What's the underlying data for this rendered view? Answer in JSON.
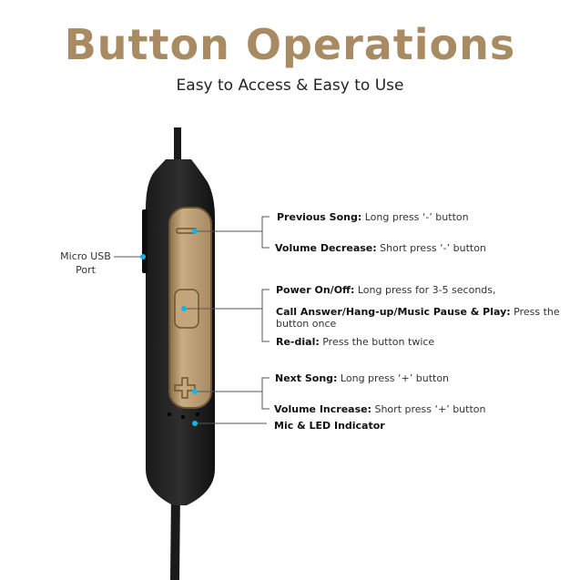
{
  "title": "Button Operations",
  "subtitle": "Easy to Access & Easy to Use",
  "usb": {
    "line1": "Micro USB",
    "line2": "Port"
  },
  "minus": [
    {
      "k": "Previous Song:",
      "v": " Long press ‘-’ button"
    },
    {
      "k": "Volume Decrease:",
      "v": " Short press ‘-’ button"
    }
  ],
  "power": [
    {
      "k": "Power On/Off:",
      "v": " Long press for 3-5 seconds,"
    },
    {
      "k": "Call Answer/Hang-up/Music Pause & Play:",
      "v": " Press the",
      "v2": "button once"
    },
    {
      "k": "Re-dial:",
      "v": " Press the button twice"
    }
  ],
  "plus": [
    {
      "k": "Next Song:",
      "v": " Long press ‘+’ button"
    },
    {
      "k": "Volume Increase:",
      "v": " Short press ‘+’ button"
    }
  ],
  "mic": "Mic & LED Indicator",
  "colors": {
    "accent": "#a88a63",
    "dot": "#14b4e8"
  }
}
